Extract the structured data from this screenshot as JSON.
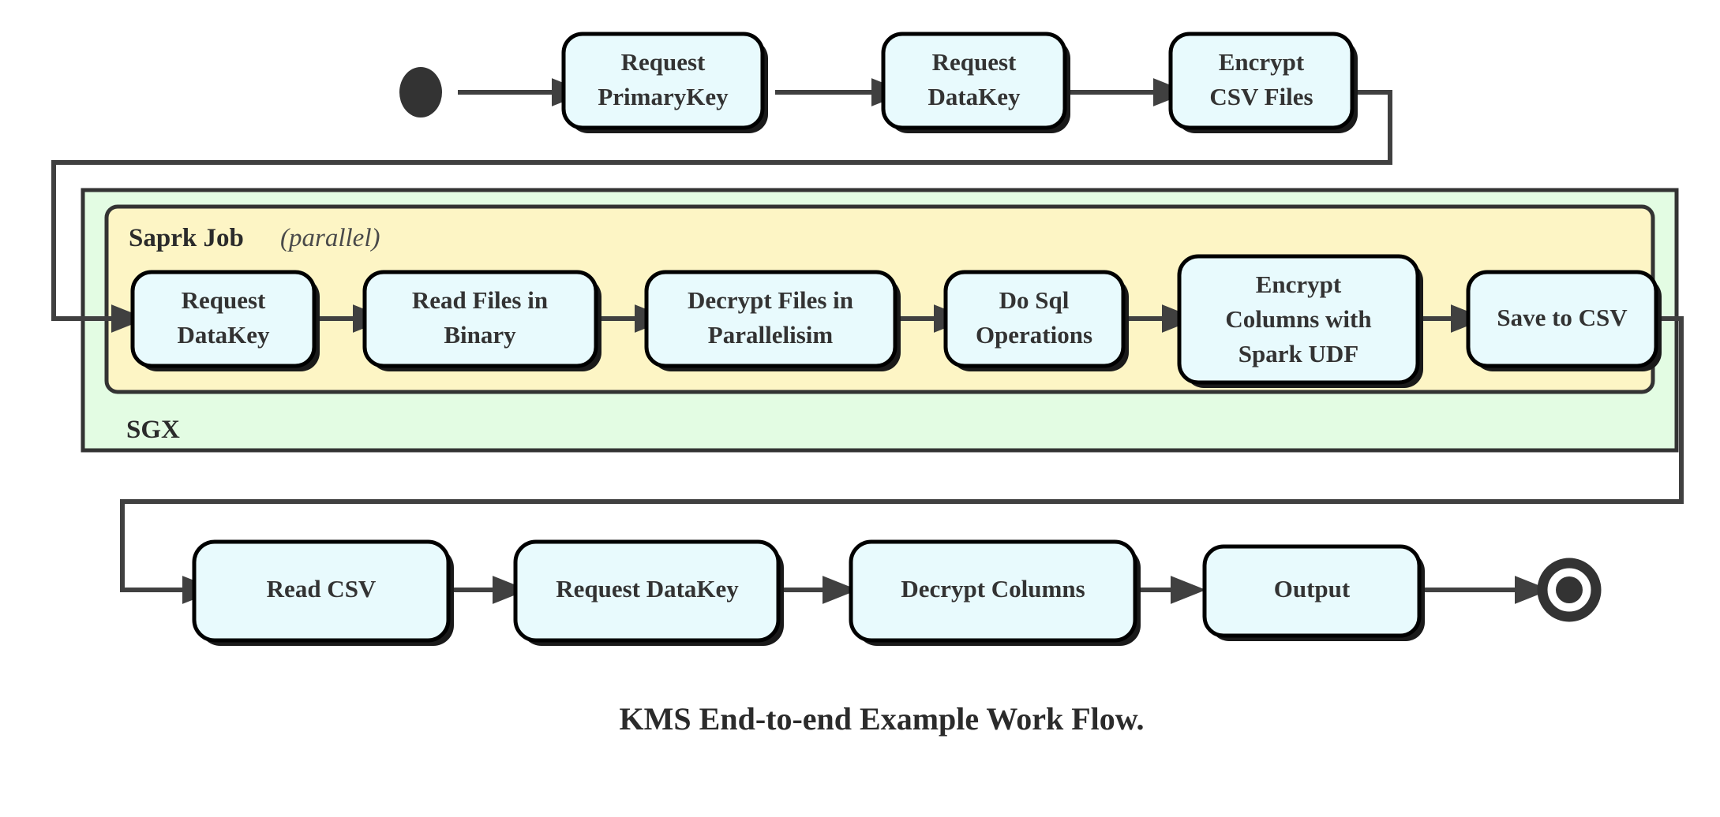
{
  "diagram": {
    "caption": "KMS End-to-end Example Work Flow.",
    "colors": {
      "node_fill": "#e8fafd",
      "node_stroke": "#000000",
      "sgx_fill": "#e3fce3",
      "spark_fill": "#fdf5c5",
      "container_stroke": "#333333",
      "line": "#404040",
      "text": "#333333"
    },
    "start_node": {
      "name": "start-node",
      "shape": "filled-circle"
    },
    "end_node": {
      "name": "end-node",
      "shape": "double-circle"
    },
    "containers": [
      {
        "id": "sgx",
        "label": "SGX",
        "fill": "#e3fce3"
      },
      {
        "id": "spark",
        "label": "Saprk Job",
        "annotation": "(parallel)",
        "annotation_open": "(",
        "annotation_word": "parallel",
        "annotation_close": ")",
        "fill": "#fdf5c5"
      }
    ],
    "rows": [
      {
        "id": "top-row",
        "nodes": [
          {
            "id": "request-primarykey",
            "lines": [
              "Request",
              "PrimaryKey"
            ]
          },
          {
            "id": "request-datakey-top",
            "lines": [
              "Request",
              "DataKey"
            ]
          },
          {
            "id": "encrypt-csv-files",
            "lines": [
              "Encrypt",
              "CSV Files"
            ]
          }
        ]
      },
      {
        "id": "spark-row",
        "nodes": [
          {
            "id": "request-datakey-spark",
            "lines": [
              "Request",
              "DataKey"
            ]
          },
          {
            "id": "read-files-in-binary",
            "lines": [
              "Read Files in",
              "Binary"
            ]
          },
          {
            "id": "decrypt-files-in-parallelisim",
            "lines": [
              "Decrypt Files in",
              "Parallelisim"
            ]
          },
          {
            "id": "do-sql-operations",
            "lines": [
              "Do Sql",
              "Operations"
            ]
          },
          {
            "id": "encrypt-columns-with-spark-udf",
            "lines": [
              "Encrypt",
              "Columns with",
              "Spark UDF"
            ]
          },
          {
            "id": "save-to-csv",
            "lines": [
              "Save to CSV"
            ]
          }
        ]
      },
      {
        "id": "bottom-row",
        "nodes": [
          {
            "id": "read-csv",
            "lines": [
              "Read CSV"
            ]
          },
          {
            "id": "request-datakey-bottom",
            "lines": [
              "Request DataKey"
            ]
          },
          {
            "id": "decrypt-columns",
            "lines": [
              "Decrypt Columns"
            ]
          },
          {
            "id": "output",
            "lines": [
              "Output"
            ]
          }
        ]
      }
    ],
    "edges": [
      {
        "from": "start-node",
        "to": "request-primarykey"
      },
      {
        "from": "request-primarykey",
        "to": "request-datakey-top"
      },
      {
        "from": "request-datakey-top",
        "to": "encrypt-csv-files"
      },
      {
        "from": "encrypt-csv-files",
        "to": "request-datakey-spark",
        "routing": "wrap-left"
      },
      {
        "from": "request-datakey-spark",
        "to": "read-files-in-binary"
      },
      {
        "from": "read-files-in-binary",
        "to": "decrypt-files-in-parallelisim"
      },
      {
        "from": "decrypt-files-in-parallelisim",
        "to": "do-sql-operations"
      },
      {
        "from": "do-sql-operations",
        "to": "encrypt-columns-with-spark-udf"
      },
      {
        "from": "encrypt-columns-with-spark-udf",
        "to": "save-to-csv"
      },
      {
        "from": "save-to-csv",
        "to": "read-csv",
        "routing": "wrap-right"
      },
      {
        "from": "read-csv",
        "to": "request-datakey-bottom"
      },
      {
        "from": "request-datakey-bottom",
        "to": "decrypt-columns"
      },
      {
        "from": "decrypt-columns",
        "to": "output"
      },
      {
        "from": "output",
        "to": "end-node"
      }
    ]
  }
}
